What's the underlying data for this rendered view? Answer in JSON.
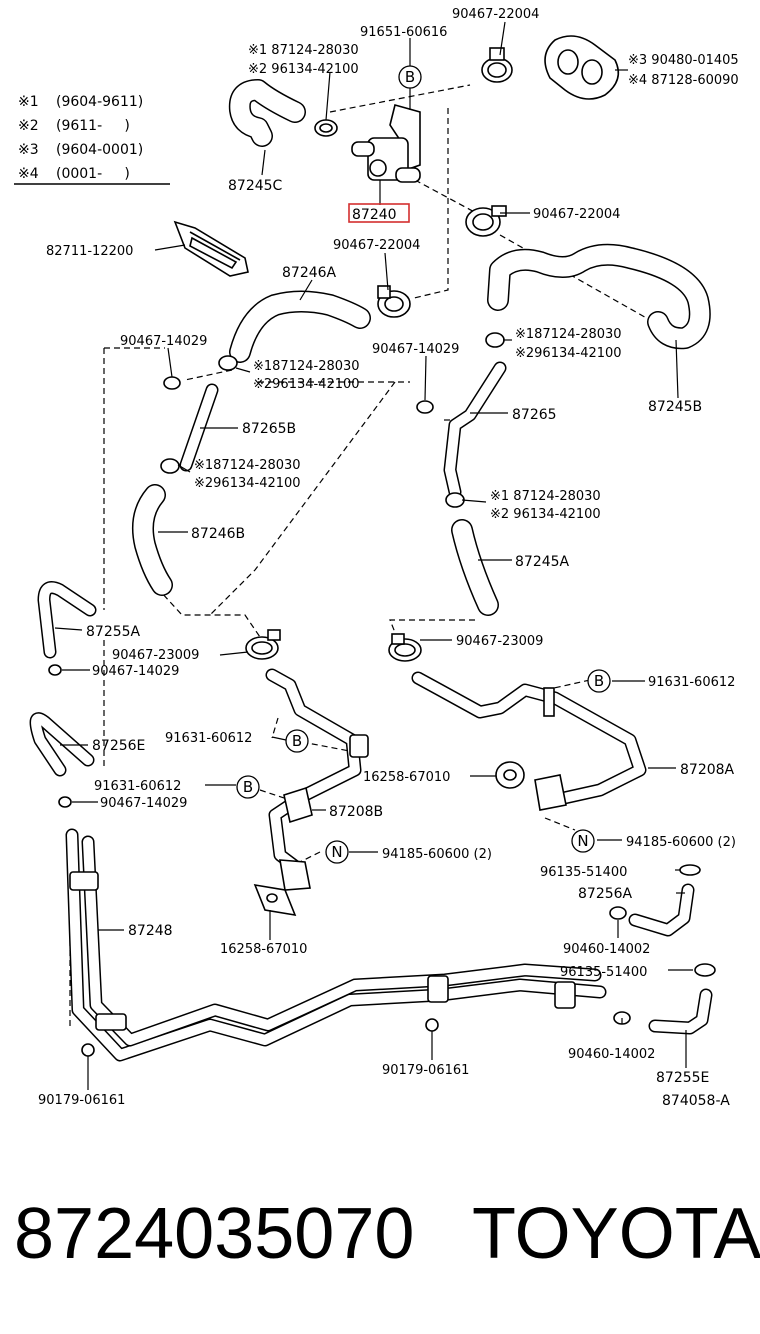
{
  "legend": {
    "rows": [
      {
        "mark": "※1",
        "range": "(9604-9611)"
      },
      {
        "mark": "※2",
        "range": "(9611-     )"
      },
      {
        "mark": "※3",
        "range": "(9604-0001)"
      },
      {
        "mark": "※4",
        "range": "(0001-     )"
      }
    ]
  },
  "labels": {
    "p91651_60616": "91651-60616",
    "p90467_22004_top": "90467-22004",
    "m1_87124_top": "※1 87124-28030",
    "m2_96134_top": "※2 96134-42100",
    "m3_390480": "※3 90480-01405",
    "m4_87128": "※4 87128-60090",
    "p87245C": "87245C",
    "p87240": "87240",
    "p90467_22004_right": "90467-22004",
    "p82711": "82711-12200",
    "p90467_22004_mid": "90467-22004",
    "p87246A": "87246A",
    "p87245B": "87245B",
    "m1_right1": "※187124-28030",
    "m2_right1": "※296134-42100",
    "p90467_14029_left": "90467-14029",
    "m1_left1": "※187124-28030",
    "m2_left1": "※296134-42100",
    "p90467_14029_mid": "90467-14029",
    "p87265B": "87265B",
    "p87265": "87265",
    "m1_left2": "※187124-28030",
    "m2_left2": "※296134-42100",
    "m1_right2": "※1 87124-28030",
    "m2_right2": "※2 96134-42100",
    "p87246B": "87246B",
    "p87245A": "87245A",
    "p87255A": "87255A",
    "p90467_23009_left": "90467-23009",
    "p90467_23009_right": "90467-23009",
    "p90467_14029_l2": "90467-14029",
    "p91631_60612_right": "91631-60612",
    "p87256E": "87256E",
    "p91631_60612_mid": "91631-60612",
    "p16258_mid": "16258-67010",
    "p87208A": "87208A",
    "p91631_60612_low": "91631-60612",
    "p90467_14029_l3": "90467-14029",
    "p87208B": "87208B",
    "p94185_right": "94185-60600 (2)",
    "p94185_left": "94185-60600 (2)",
    "p96135_1": "96135-51400",
    "p87256A": "87256A",
    "p87248": "87248",
    "p16258_low": "16258-67010",
    "p90460_1": "90460-14002",
    "p96135_2": "96135-51400",
    "p90179_mid": "90179-06161",
    "p90460_2": "90460-14002",
    "p87255E": "87255E",
    "p90179_left": "90179-06161",
    "p874058": "874058-A",
    "circle_B": "B",
    "circle_N": "N"
  },
  "footer": {
    "part_number": "8724035070",
    "brand": "TOYOTA"
  },
  "colors": {
    "highlight": "#d32f2f",
    "line": "#000000",
    "background": "#ffffff"
  }
}
